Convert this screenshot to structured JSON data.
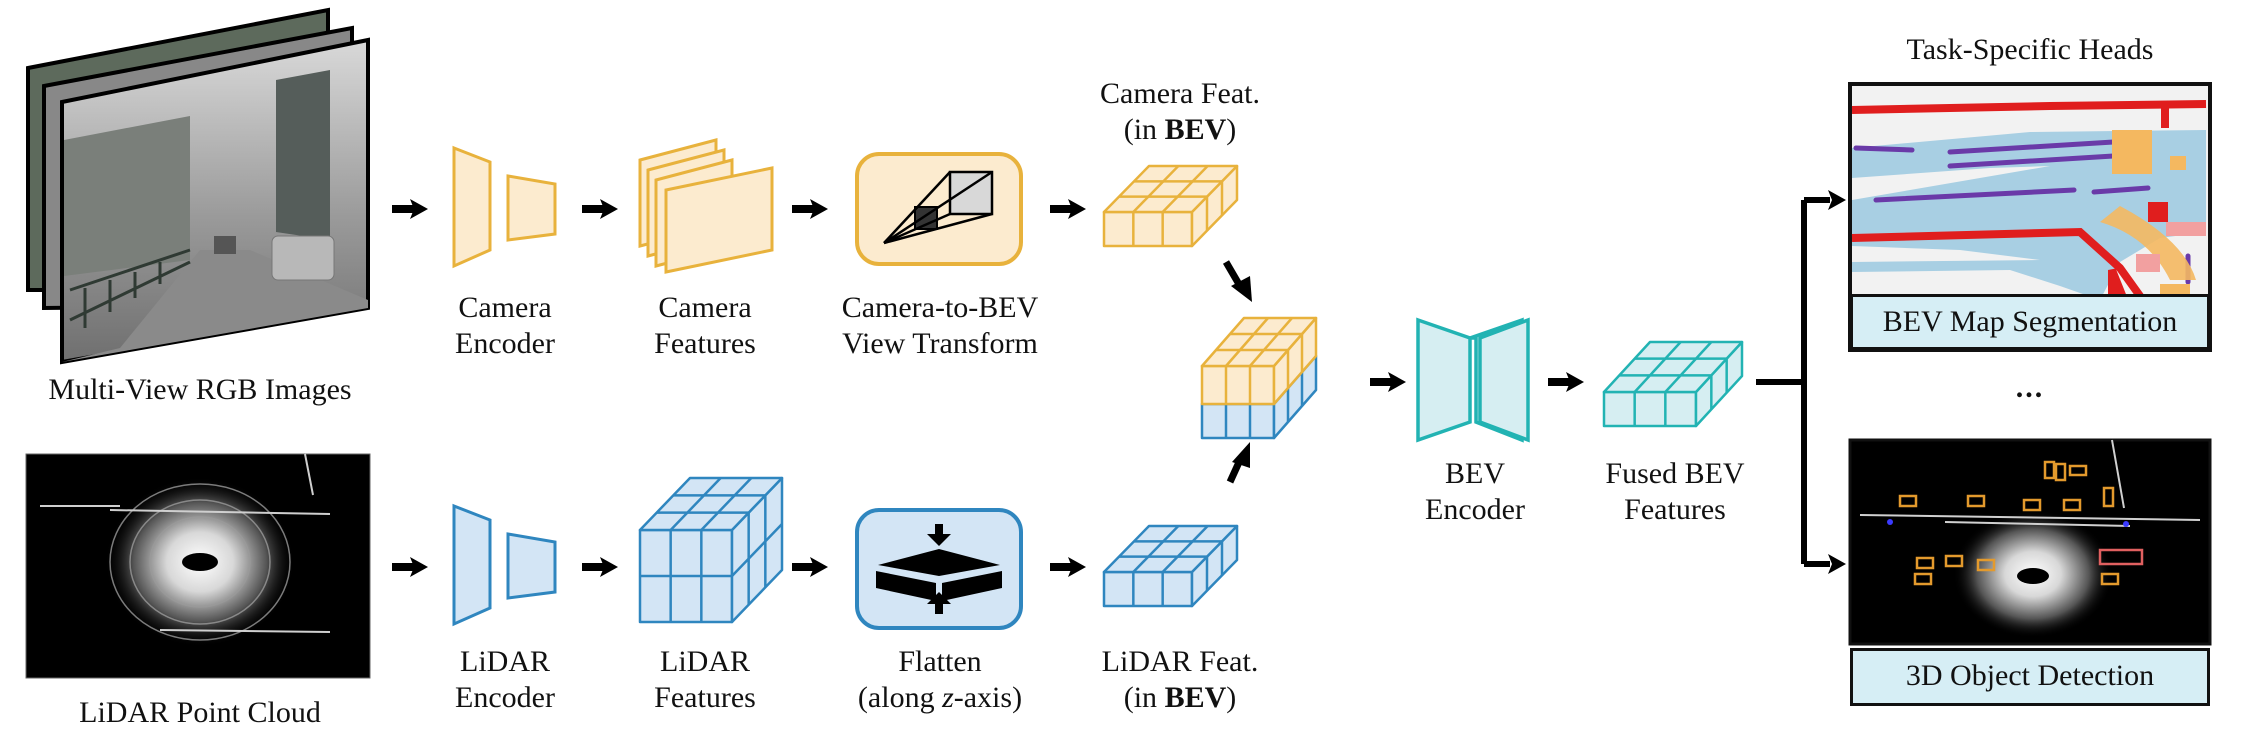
{
  "diagram": {
    "colors": {
      "camera_fill": "#fcebcf",
      "camera_stroke": "#e8b23c",
      "lidar_fill": "#d3e5f5",
      "lidar_stroke": "#2f86bf",
      "bev_fill": "#d6eef2",
      "bev_stroke": "#22b3b3",
      "arrow": "#000000",
      "task_caption_fill": "#d6eef5"
    },
    "inputs": {
      "camera": "Multi-View RGB Images",
      "lidar": "LiDAR Point Cloud"
    },
    "camera_branch": {
      "encoder": [
        "Camera",
        "Encoder"
      ],
      "features": [
        "Camera",
        "Features"
      ],
      "transform": [
        "Camera-to-BEV",
        "View Transform"
      ],
      "bev_feat": [
        "Camera Feat.",
        "(in ",
        "BEV",
        ")"
      ]
    },
    "lidar_branch": {
      "encoder": [
        "LiDAR",
        "Encoder"
      ],
      "features": [
        "LiDAR",
        "Features"
      ],
      "flatten": [
        "Flatten",
        "(along ",
        "z",
        "-axis)"
      ],
      "bev_feat": [
        "LiDAR Feat.",
        "(in ",
        "BEV",
        ")"
      ]
    },
    "fusion": {
      "encoder": [
        "BEV",
        "Encoder"
      ],
      "fused": [
        "Fused BEV",
        "Features"
      ]
    },
    "heads": {
      "title": "Task-Specific Heads",
      "ellipsis": "...",
      "items": [
        {
          "label": "BEV Map Segmentation"
        },
        {
          "label": "3D Object Detection"
        }
      ]
    },
    "flow": [
      "Multi-View RGB Images -> Camera Encoder",
      "Camera Encoder -> Camera Features",
      "Camera Features -> Camera-to-BEV View Transform",
      "Camera-to-BEV View Transform -> Camera Feat. (in BEV)",
      "LiDAR Point Cloud -> LiDAR Encoder",
      "LiDAR Encoder -> LiDAR Features",
      "LiDAR Features -> Flatten (along z-axis)",
      "Flatten (along z-axis) -> LiDAR Feat. (in BEV)",
      "Camera Feat. (in BEV) + LiDAR Feat. (in BEV) -> Concatenated BEV",
      "Concatenated BEV -> BEV Encoder",
      "BEV Encoder -> Fused BEV Features",
      "Fused BEV Features -> BEV Map Segmentation",
      "Fused BEV Features -> 3D Object Detection"
    ]
  }
}
